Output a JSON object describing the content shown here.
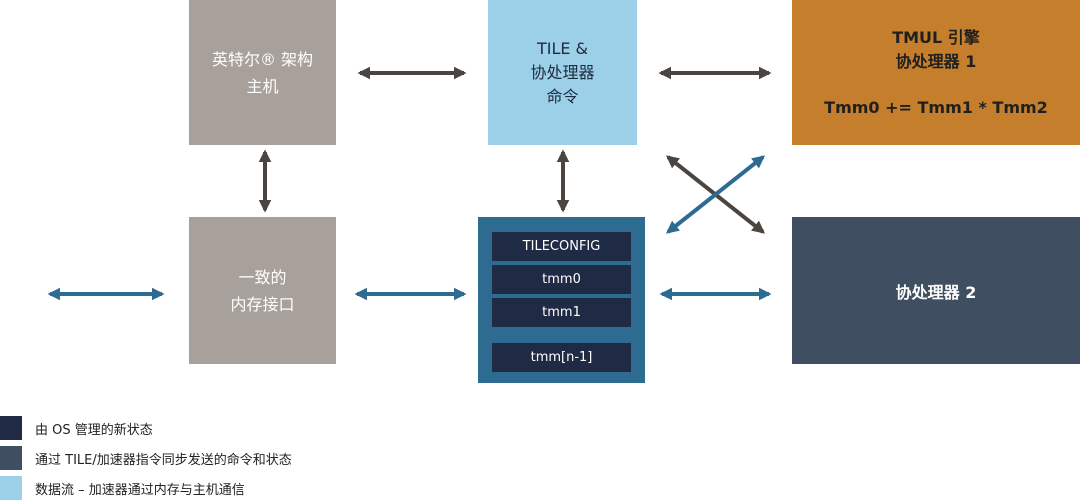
{
  "colors": {
    "host": "#a8a09a",
    "tile_command": "#9ccfe8",
    "tmul": "#c57f2c",
    "coprocessor2": "#3f4e60",
    "tile_array": "#2e6b91",
    "register": "#1f2a44",
    "arrow_gray": "#4a4540",
    "arrow_blue": "#2e6b91"
  },
  "boxes": {
    "host": {
      "line1": "英特尔® 架构",
      "line2": "主机"
    },
    "tile_command": {
      "line1": "TILE &",
      "line2": "协处理器",
      "line3": "命令"
    },
    "tmul": {
      "line1": "TMUL 引擎",
      "line2": "协处理器 1",
      "formula": "Tmm0 += Tmm1 * Tmm2"
    },
    "memory": {
      "line1": "一致的",
      "line2": "内存接口"
    },
    "coprocessor2": {
      "label": "协处理器 2"
    }
  },
  "tile_array": {
    "registers": [
      "TILECONFIG",
      "tmm0",
      "tmm1",
      "tmm[n-1]"
    ]
  },
  "legend": [
    {
      "color": "#1f2a44",
      "text": "由 OS 管理的新状态"
    },
    {
      "color": "#3f4e60",
      "text": "通过 TILE/加速器指令同步发送的命令和状态"
    },
    {
      "color": "#9ccfe8",
      "text": "数据流 – 加速器通过内存与主机通信"
    }
  ]
}
